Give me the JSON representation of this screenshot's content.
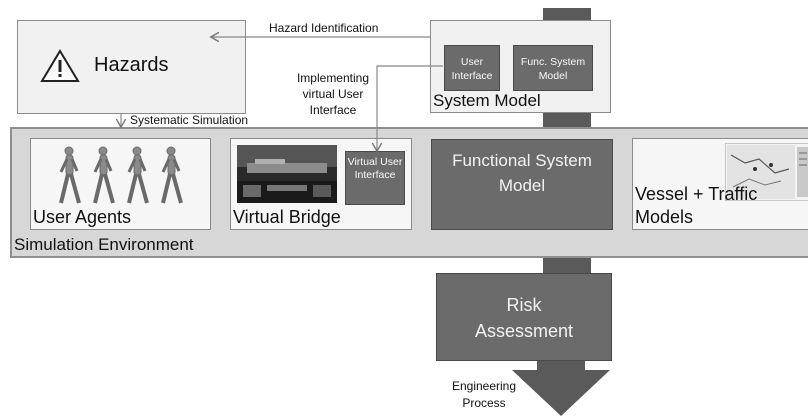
{
  "hazards": {
    "title": "Hazards",
    "icon": "warning-triangle-icon"
  },
  "system_model": {
    "title": "System Model",
    "user_interface": "User Interface",
    "func_system_model": "Func. System Model"
  },
  "arrows": {
    "hazard_identification": "Hazard Identification",
    "implementing_vui": "Implementing virtual User Interface",
    "systematic_simulation": "Systematic Simulation"
  },
  "simulation_environment": {
    "label": "Simulation Environment",
    "user_agents": "User Agents",
    "virtual_bridge": "Virtual Bridge",
    "virtual_user_interface": "Virtual User Interface",
    "functional_system_model": "Functional System Model",
    "vessel_traffic_models": "Vessel + Traffic Models"
  },
  "risk_assessment": "Risk Assessment",
  "engineering_process": "Engineering Process",
  "colors": {
    "pipe": "#5a5a5a",
    "dark_box": "#6b6b6b",
    "light_box": "#f1f1f1",
    "band": "#d7d7d7"
  }
}
